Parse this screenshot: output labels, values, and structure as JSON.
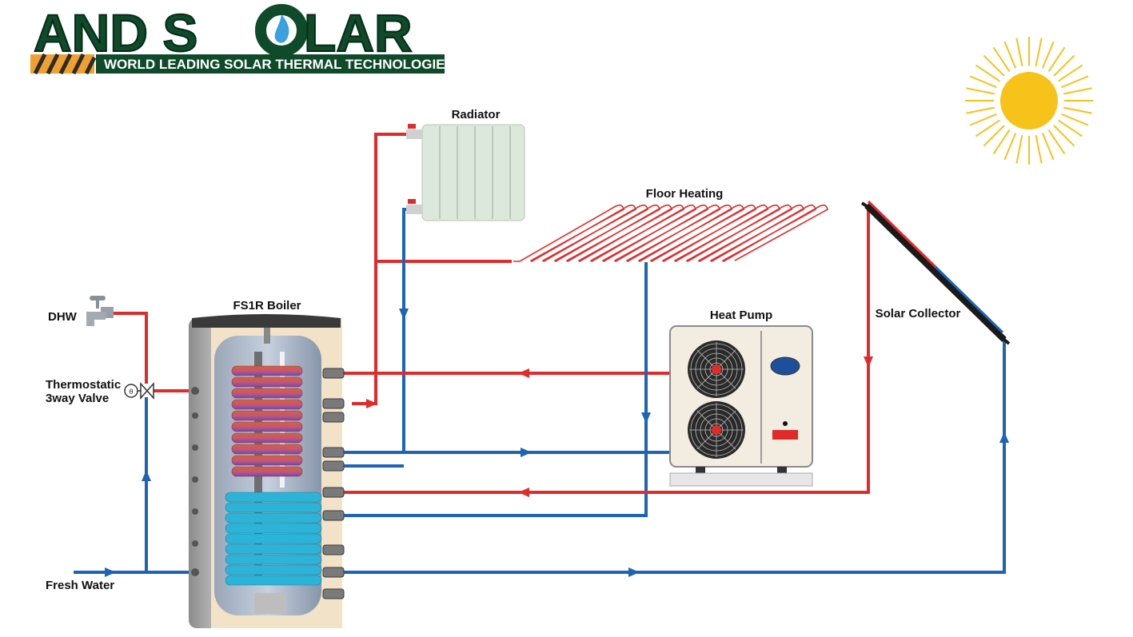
{
  "brand": {
    "name_part1": "AND S",
    "name_part2": "LAR",
    "tagline": "WORLD LEADING SOLAR THERMAL TECHNOLOGIES"
  },
  "labels": {
    "radiator": "Radiator",
    "floor_heating": "Floor Heating",
    "boiler": "FS1R Boiler",
    "heat_pump": "Heat Pump",
    "solar_collector": "Solar Collector",
    "dhw": "DHW",
    "valve_line1": "Thermostatic",
    "valve_line2": "3way Valve",
    "fresh_water": "Fresh Water"
  },
  "colors": {
    "hot_pipe": "#e02b2b",
    "cold_pipe": "#1e64b4",
    "brand_green": "#0f4a2a",
    "sun": "#f7c21a",
    "insulation": "#f1e2c8"
  }
}
